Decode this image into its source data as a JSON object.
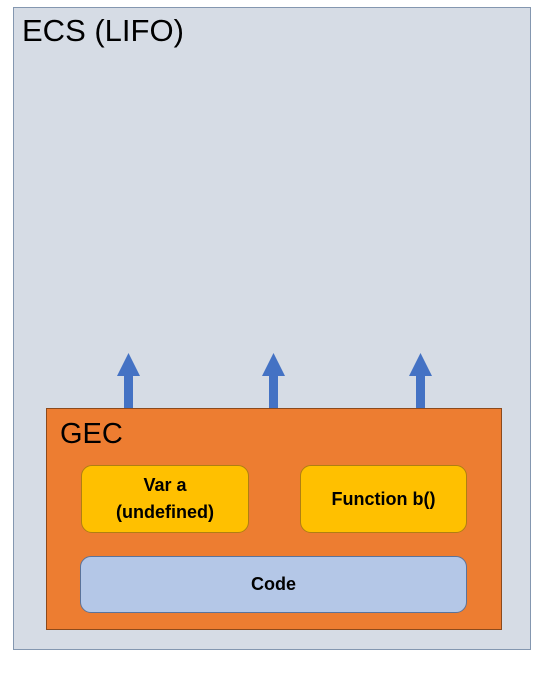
{
  "diagram": {
    "stack": {
      "title": "ECS (LIFO)"
    },
    "global_context": {
      "title": "GEC",
      "variable": {
        "line1": "Var a",
        "line2": "(undefined)"
      },
      "function": {
        "label": "Function b()"
      },
      "code": {
        "label": "Code"
      }
    },
    "arrows": {
      "count": 3,
      "direction": "up",
      "color": "#4472c4"
    },
    "colors": {
      "stack_fill": "#d6dce5",
      "gec_fill": "#ed7d31",
      "memory_fill": "#ffc000",
      "code_fill": "#b4c7e7"
    }
  }
}
